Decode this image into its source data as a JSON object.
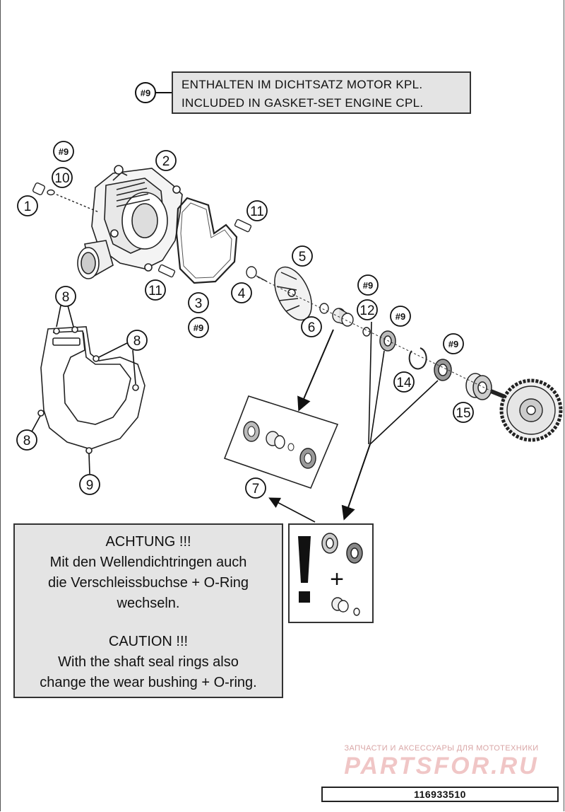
{
  "gasket_note": {
    "ref": "#9",
    "line1": "ENTHALTEN IM DICHTSATZ MOTOR KPL.",
    "line2": "INCLUDED IN GASKET-SET ENGINE CPL."
  },
  "callouts": {
    "c1": "1",
    "c2": "2",
    "c3": "3",
    "c4": "4",
    "c5": "5",
    "c6": "6",
    "c7": "7",
    "c8a": "8",
    "c8b": "8",
    "c8c": "8",
    "c9": "9",
    "c10": "10",
    "c11a": "11",
    "c11b": "11",
    "c12": "12",
    "c14": "14",
    "c15": "15",
    "s9a": "#9",
    "s9b": "#9",
    "s9c": "#9",
    "s9d": "#9",
    "s9e": "#9"
  },
  "caution": {
    "de_title": "ACHTUNG !!!",
    "de_line1": "Mit den Wellendichtringen auch",
    "de_line2": "die Verschleissbuchse + O-Ring",
    "de_line3": "wechseln.",
    "en_title": "CAUTION !!!",
    "en_line1": "With the shaft seal rings also",
    "en_line2": "change the wear bushing + O-ring."
  },
  "warning_box": {
    "plus": "+"
  },
  "watermark": {
    "tagline": "ЗАПЧАСТИ И АКСЕССУАРЫ ДЛЯ МОТОТЕХНИКИ",
    "brand": "PARTSFOR.RU"
  },
  "part_number": "116933510"
}
